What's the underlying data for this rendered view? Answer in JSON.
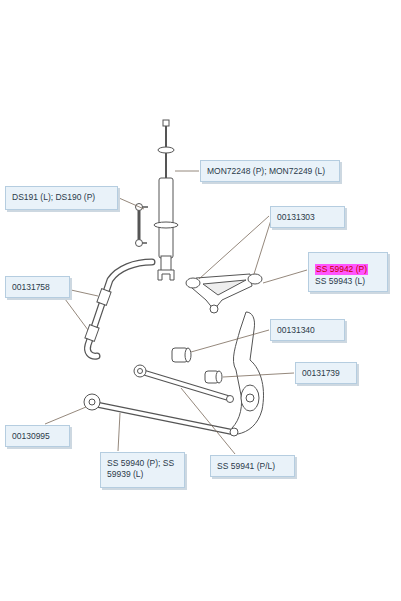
{
  "diagram": {
    "nodes": [
      {
        "text": [
          "MON72248 (P); MON72249 (L)"
        ]
      },
      {
        "text": [
          "DS191 (L); DS190 (P)"
        ]
      },
      {
        "text": [
          "00131303"
        ]
      },
      {
        "text": [
          "SS 59942 (P)",
          "SS 59943 (L)"
        ]
      },
      {
        "text": [
          "00131758"
        ]
      },
      {
        "text": [
          "00131340"
        ]
      },
      {
        "text": [
          "00131739"
        ]
      },
      {
        "text": [
          "00130995"
        ]
      },
      {
        "text": [
          "SS 59940 (P); SS 59939 (L)"
        ]
      },
      {
        "text": [
          "SS 59941 (P/L)"
        ]
      }
    ]
  }
}
